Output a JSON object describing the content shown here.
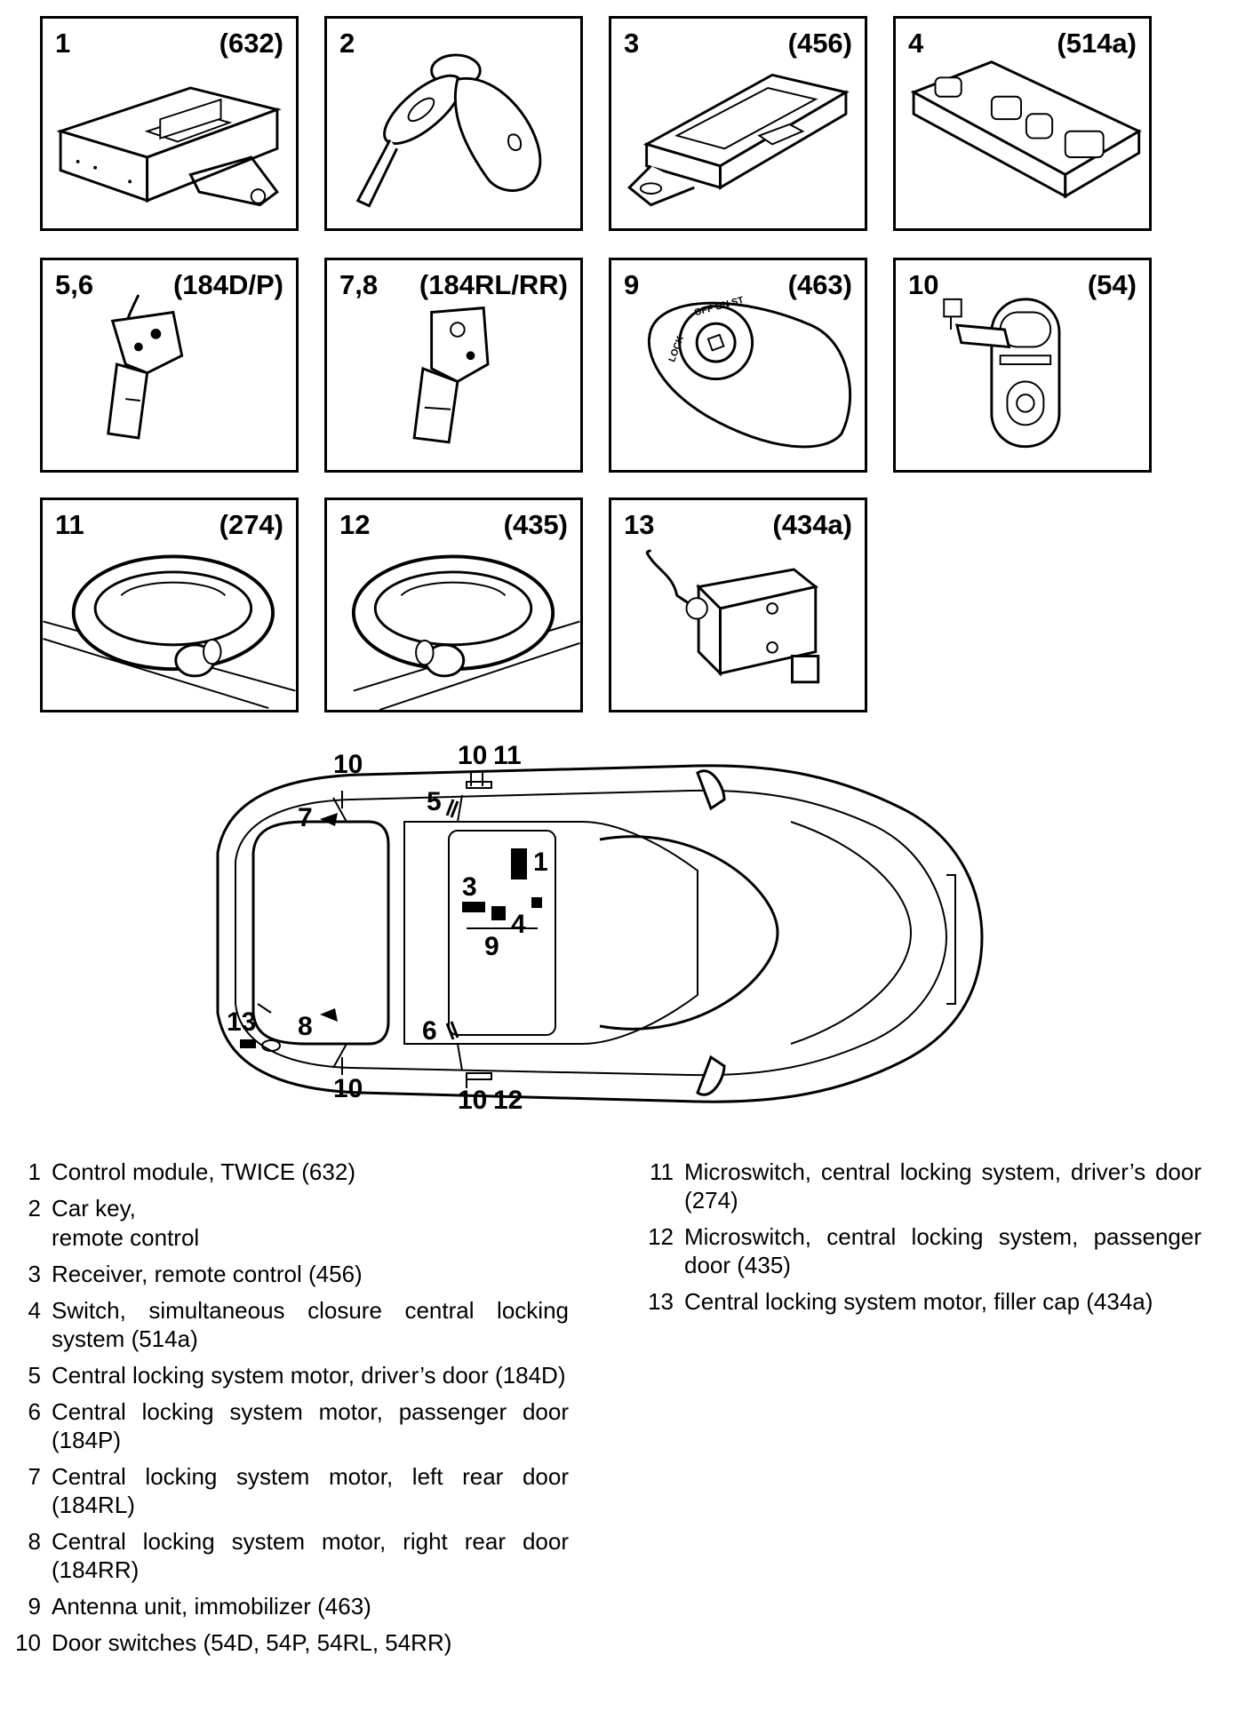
{
  "panels": [
    {
      "num": "1",
      "code": "(632)",
      "icon": "control-module"
    },
    {
      "num": "2",
      "code": "",
      "icon": "car-key-remote"
    },
    {
      "num": "3",
      "code": "(456)",
      "icon": "receiver"
    },
    {
      "num": "4",
      "code": "(514a)",
      "icon": "window-switch-panel"
    },
    {
      "num": "5,6",
      "code": "(184D/P)",
      "icon": "lock-motor"
    },
    {
      "num": "7,8",
      "code": "(184RL/RR)",
      "icon": "lock-motor"
    },
    {
      "num": "9",
      "code": "(463)",
      "icon": "ignition-antenna"
    },
    {
      "num": "10",
      "code": "(54)",
      "icon": "door-switch"
    },
    {
      "num": "11",
      "code": "(274)",
      "icon": "door-handle-microswitch"
    },
    {
      "num": "12",
      "code": "(435)",
      "icon": "door-handle-microswitch"
    },
    {
      "num": "13",
      "code": "(434a)",
      "icon": "filler-cap-motor"
    }
  ],
  "car_callouts": [
    "10",
    "10",
    "11",
    "7",
    "5",
    "1",
    "3",
    "4",
    "9",
    "13",
    "8",
    "6",
    "10",
    "10",
    "12"
  ],
  "legend_left": [
    {
      "n": "1",
      "text": "Control module, TWICE (632)"
    },
    {
      "n": "2",
      "text": "Car key,"
    },
    {
      "n": "",
      "text": "remote control"
    },
    {
      "n": "3",
      "text": "Receiver, remote control (456)"
    },
    {
      "n": "4",
      "text": "Switch, simultaneous closure central locking system (514a)"
    },
    {
      "n": "5",
      "text": "Central locking system motor, driver’s door (184D)"
    },
    {
      "n": "6",
      "text": "Central locking system motor, passenger door (184P)"
    },
    {
      "n": "7",
      "text": "Central locking system motor, left rear door (184RL)"
    },
    {
      "n": "8",
      "text": "Central locking system motor, right rear door (184RR)"
    },
    {
      "n": "9",
      "text": "Antenna unit, immobilizer (463)"
    },
    {
      "n": "10",
      "text": "Door switches (54D, 54P, 54RL, 54RR)"
    }
  ],
  "legend_right": [
    {
      "n": "11",
      "text": "Microswitch, central locking system, driver’s door (274)"
    },
    {
      "n": "12",
      "text": "Microswitch, central locking system, passenger door (435)"
    },
    {
      "n": "13",
      "text": "Central locking system motor, filler cap (434a)"
    }
  ],
  "ignition_labels": {
    "lock": "LOCK",
    "positions": "OFF ON ST"
  }
}
